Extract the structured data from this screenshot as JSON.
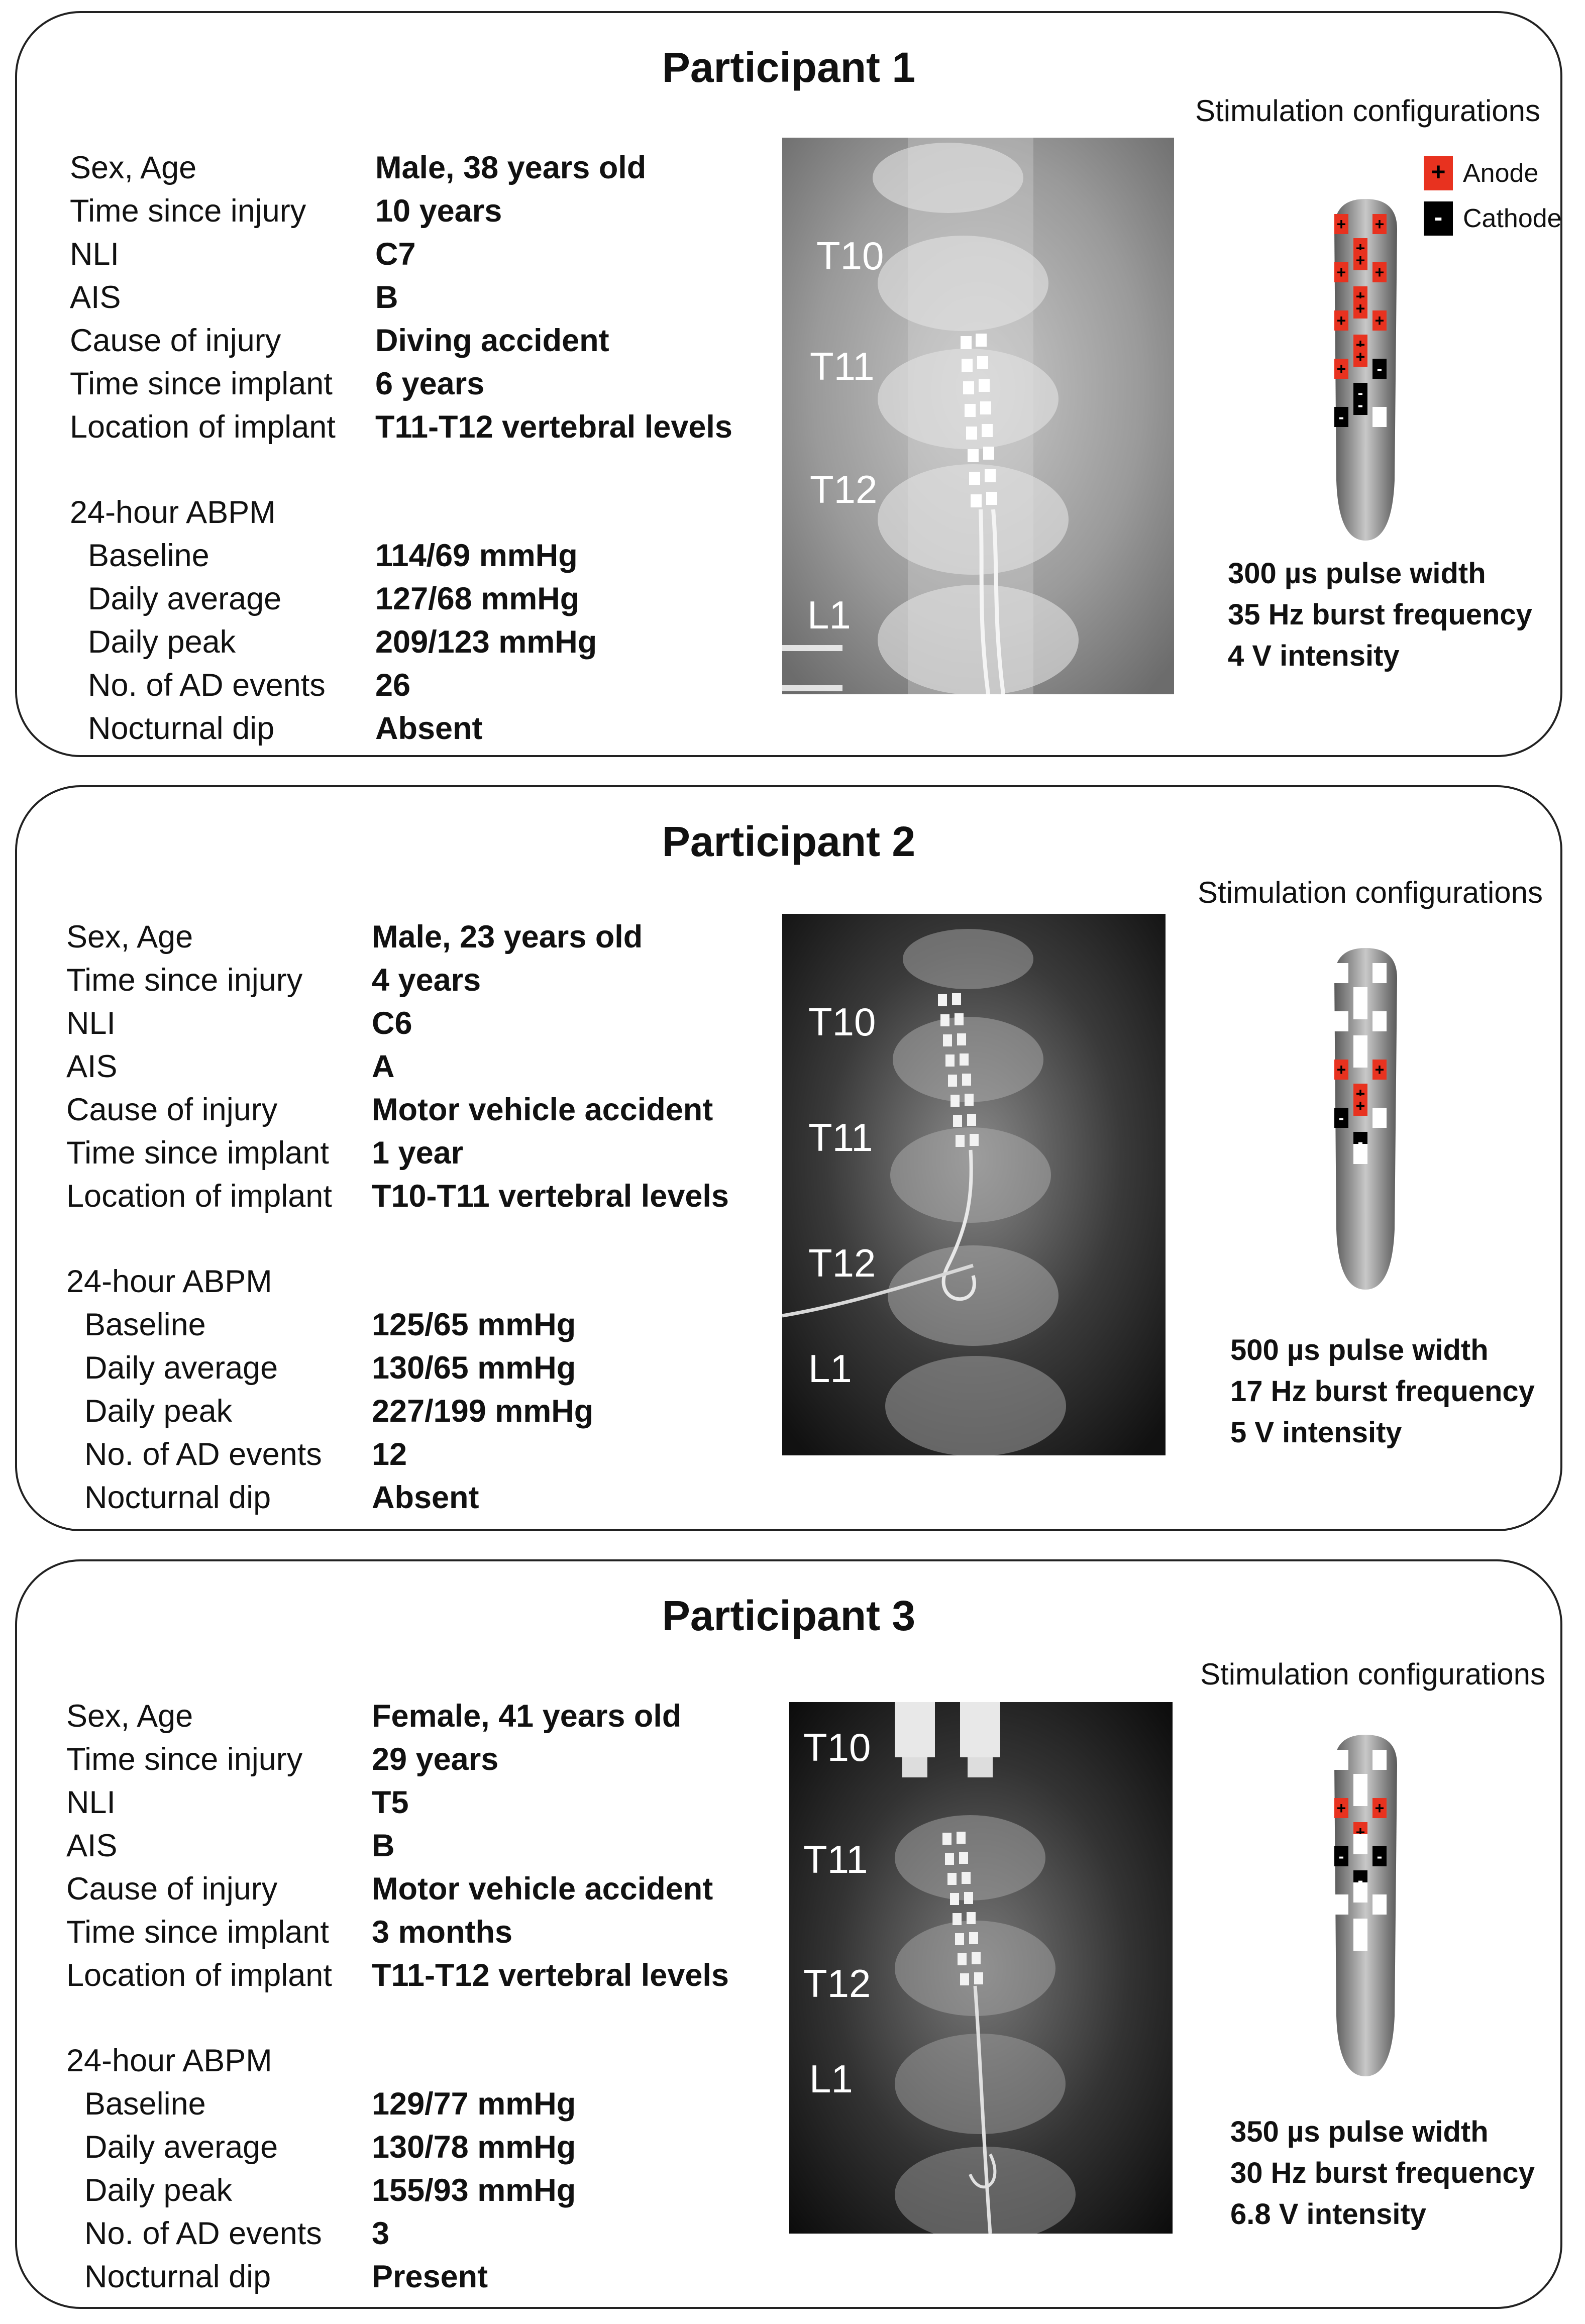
{
  "labels": {
    "sex_age": "Sex, Age",
    "time_since_injury": "Time since injury",
    "nli": "NLI",
    "ais": "AIS",
    "cause": "Cause of injury",
    "time_since_implant": "Time since implant",
    "location": "Location of implant",
    "abpm": "24-hour ABPM",
    "baseline": "Baseline",
    "daily_average": "Daily average",
    "daily_peak": "Daily peak",
    "ad_events": "No. of AD events",
    "nocturnal_dip": "Nocturnal dip",
    "stim_title": "Stimulation configurations",
    "anode": "Anode",
    "cathode": "Cathode",
    "anode_symbol": "+",
    "cathode_symbol": "-"
  },
  "participants": [
    {
      "title": "Participant 1",
      "sex_age": "Male, 38 years old",
      "time_since_injury": "10 years",
      "nli": "C7",
      "ais": "B",
      "cause": "Diving accident",
      "time_since_implant": "6 years",
      "location": "T11-T12 vertebral levels",
      "baseline": "114/69 mmHg",
      "daily_average": "127/68 mmHg",
      "daily_peak": "209/123 mmHg",
      "ad_events": "26",
      "nocturnal_dip": "Absent",
      "xray_labels": [
        "T10",
        "T11",
        "T12",
        "L1"
      ],
      "stim": [
        "300 µs pulse width",
        "35 Hz burst frequency",
        "4 V intensity"
      ],
      "electrodes": [
        "+",
        "+",
        "+",
        "+",
        "+",
        "+",
        "+",
        "+",
        "+",
        "+",
        "+",
        "+",
        "+",
        "-",
        "-",
        "-",
        "-",
        "empty"
      ]
    },
    {
      "title": "Participant 2",
      "sex_age": "Male, 23 years old",
      "time_since_injury": "4 years",
      "nli": "C6",
      "ais": "A",
      "cause": "Motor vehicle accident",
      "time_since_implant": "1 year",
      "location": "T10-T11 vertebral levels",
      "baseline": "125/65 mmHg",
      "daily_average": "130/65 mmHg",
      "daily_peak": "227/199 mmHg",
      "ad_events": "12",
      "nocturnal_dip": "Absent",
      "xray_labels": [
        "T10",
        "T11",
        "T12",
        "L1"
      ],
      "stim": [
        "500 µs pulse width",
        "17 Hz burst frequency",
        "5 V intensity"
      ],
      "electrodes": [
        "empty",
        "empty",
        "empty",
        "empty",
        "empty",
        "empty",
        "empty",
        "empty",
        "+",
        "+",
        "+",
        "+",
        "-",
        "empty",
        "-",
        "empty"
      ]
    },
    {
      "title": "Participant 3",
      "sex_age": "Female, 41 years old",
      "time_since_injury": "29 years",
      "nli": "T5",
      "ais": "B",
      "cause": "Motor vehicle accident",
      "time_since_implant": "3 months",
      "location": "T11-T12 vertebral levels",
      "baseline": "129/77 mmHg",
      "daily_average": "130/78 mmHg",
      "daily_peak": "155/93 mmHg",
      "ad_events": "3",
      "nocturnal_dip": "Present",
      "xray_labels": [
        "T10",
        "T11",
        "T12",
        "L1"
      ],
      "stim": [
        "350 µs pulse width",
        "30 Hz burst frequency",
        "6.8 V intensity"
      ],
      "electrodes": [
        "empty",
        "empty",
        "empty",
        "empty",
        "+",
        "+",
        "+",
        "empty",
        "-",
        "-",
        "-",
        "empty",
        "empty",
        "empty",
        "empty",
        "empty"
      ]
    }
  ],
  "colors": {
    "anode": "#e8321f",
    "cathode": "#000000",
    "border": "#222222"
  }
}
